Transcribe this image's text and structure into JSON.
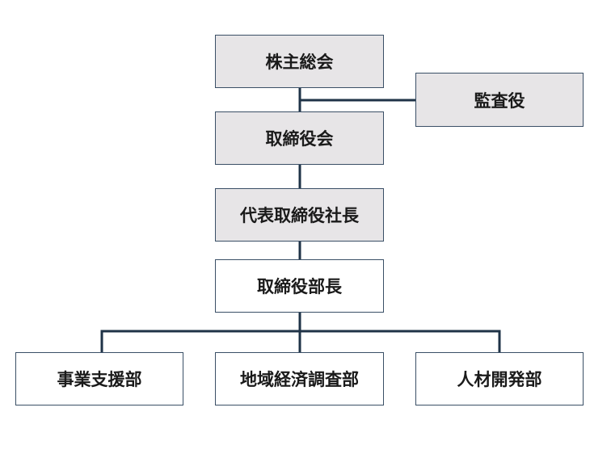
{
  "chart": {
    "nodes": {
      "shareholders_meeting": "株主総会",
      "auditor": "監査役",
      "board": "取締役会",
      "ceo": "代表取締役社長",
      "director_general_manager": "取締役部長",
      "business_support": "事業支援部",
      "regional_economy_research": "地域経済調査部",
      "human_resources": "人材開発部"
    },
    "colors": {
      "shaded_fill": "#e7e5e7",
      "plain_fill": "#ffffff",
      "border": "#3a4f66",
      "connector": "#1f3347",
      "text": "#1a1a1a"
    }
  }
}
